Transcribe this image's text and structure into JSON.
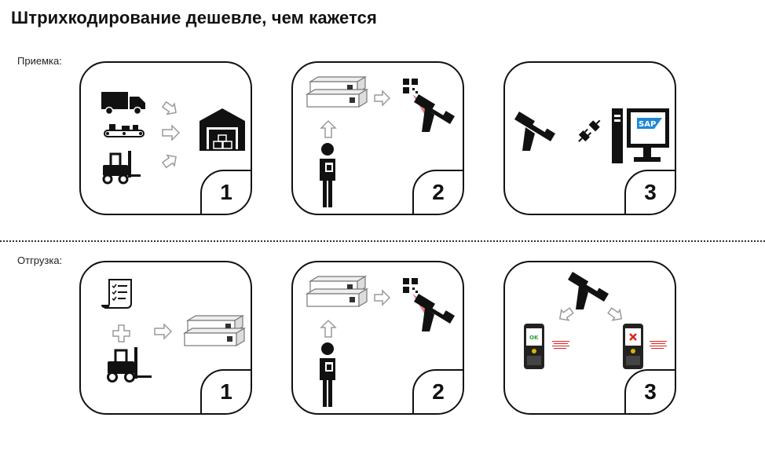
{
  "title": "Штрихкодирование дешевле, чем кажется",
  "sections": {
    "receiving": {
      "label": "Приемка:",
      "steps": [
        "1",
        "2",
        "3"
      ]
    },
    "shipping": {
      "label": "Отгрузка:",
      "steps": [
        "1",
        "2",
        "3"
      ]
    }
  },
  "logos": {
    "sap": "SAP"
  },
  "device_screens": {
    "ok_text": "OK"
  },
  "colors": {
    "ink": "#111111",
    "arrow_outline": "#9a9a9a",
    "sap_blue": "#1e88d8",
    "laser_red": "#e0505a",
    "error_red": "#e2231a",
    "ok_green": "#2e9d3e"
  },
  "icons": [
    "truck-icon",
    "conveyor-icon",
    "forklift-icon",
    "warehouse-icon",
    "boxes-icon",
    "qr-code-icon",
    "barcode-scanner-icon",
    "worker-icon",
    "plug-icon",
    "computer-icon",
    "checklist-icon",
    "plus-icon",
    "mobile-terminal-icon",
    "arrow-icon"
  ]
}
